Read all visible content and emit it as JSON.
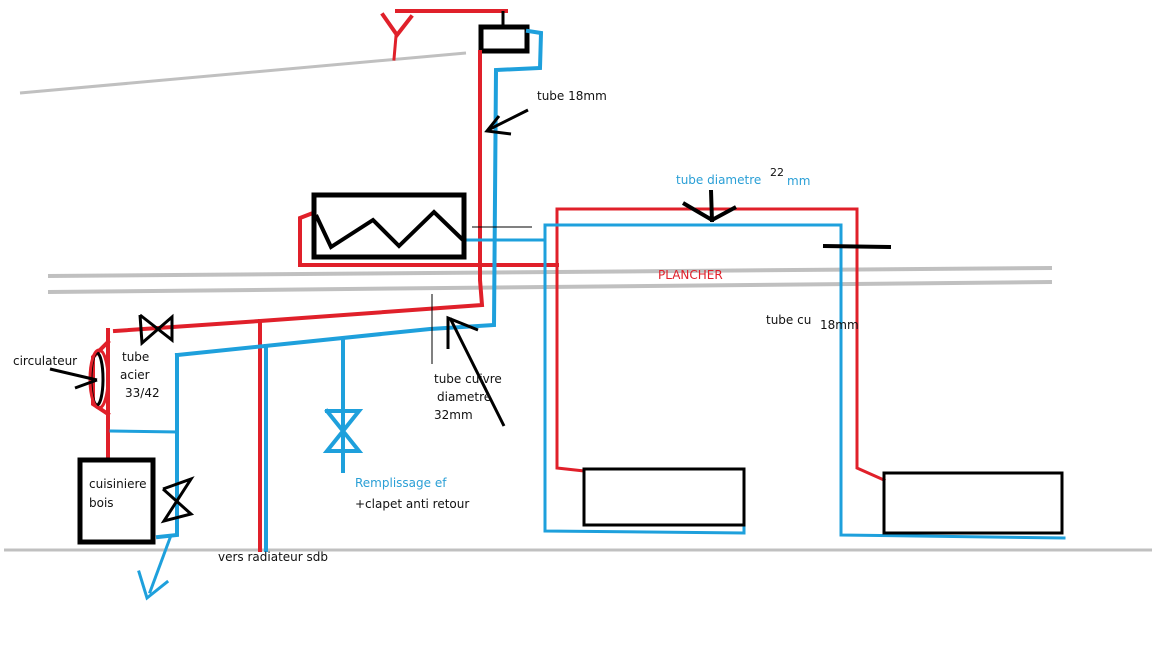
{
  "diagram": {
    "title": "Schéma circuit chauffage cuisinière bois",
    "colors": {
      "hot_pipe": "#e0202a",
      "cold_pipe": "#1ea0dc",
      "component": "#000000",
      "structure": "#c0c0c0"
    },
    "labels": {
      "tube_18mm": "tube 18mm",
      "tube_diametre": "tube diametre",
      "tube_diametre_value": "22",
      "tube_diametre_unit": "mm",
      "plancher": "PLANCHER",
      "tube_cu": "tube cu",
      "tube_cu_size": "18mm",
      "circulateur": "circulateur",
      "tube_acier_line1": "tube",
      "tube_acier_line2": "acier",
      "tube_acier_line3": "33/42",
      "tube_cuivre_line1": "tube cuivre",
      "tube_cuivre_line2": "diametre",
      "tube_cuivre_line3": "32mm",
      "remplissage": "Remplissage ef",
      "clapet": "+clapet anti retour",
      "cuisiniere_line1": "cuisiniere",
      "cuisiniere_line2": "bois",
      "vers_radiateur": "vers radiateur sdb"
    },
    "components": [
      {
        "name": "expansion-vessel",
        "type": "tank"
      },
      {
        "name": "heat-exchanger-radiator",
        "type": "radiator-coil"
      },
      {
        "name": "wood-cooker",
        "type": "boiler"
      },
      {
        "name": "circulator-pump",
        "type": "pump"
      },
      {
        "name": "valve-hot-line",
        "type": "valve"
      },
      {
        "name": "valve-return-line",
        "type": "valve"
      },
      {
        "name": "fill-valve",
        "type": "valve"
      },
      {
        "name": "radiator-1",
        "type": "radiator"
      },
      {
        "name": "radiator-2",
        "type": "radiator"
      }
    ]
  }
}
